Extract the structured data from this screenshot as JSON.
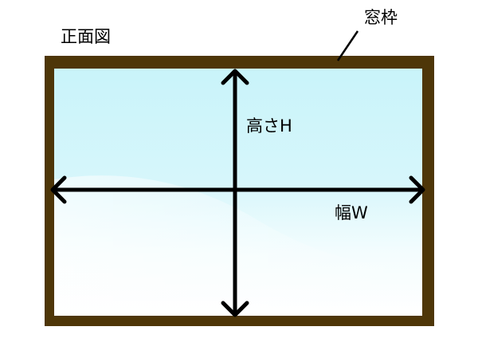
{
  "title": "正面図",
  "labels": {
    "frame": "窓枠",
    "height": "高さH",
    "width": "幅W"
  },
  "colors": {
    "frame": "#4e3608",
    "glass_top": "#c9f4fa",
    "glass_bottom": "#ffffff",
    "arrow": "#000000",
    "text": "#000000"
  }
}
